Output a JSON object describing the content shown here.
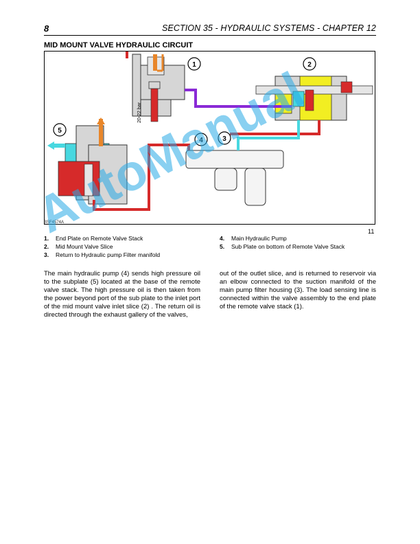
{
  "header": {
    "page_number": "8",
    "section_title": "SECTION 35 - HYDRAULIC SYSTEMS - CHAPTER 12"
  },
  "figure": {
    "title": "MID MOUNT VALVE HYDRAULIC CIRCUIT",
    "code": "BSF4574A",
    "number": "11",
    "callouts": [
      "1",
      "2",
      "3",
      "4",
      "5"
    ],
    "pressure_label": "20-22 bar",
    "colors": {
      "high_pressure": "#d62a2a",
      "return": "#48d8e0",
      "load_sense": "#8a2ad6",
      "pilot": "#e8862a",
      "valve_yellow": "#f2ee22",
      "body_gray": "#d6d6d6"
    }
  },
  "legend": {
    "left": [
      {
        "num": "1.",
        "label": "End Plate on Remote Valve Stack"
      },
      {
        "num": "2.",
        "label": "Mid Mount Valve Slice"
      },
      {
        "num": "3.",
        "label": "Return to Hydraulic pump Filter manifold"
      }
    ],
    "right": [
      {
        "num": "4.",
        "label": "Main Hydraulic Pump"
      },
      {
        "num": "5.",
        "label": "Sub Plate on bottom of  Remote Valve Stack"
      }
    ]
  },
  "body": {
    "left_paragraph": "The main hydraulic pump (4) sends high pressure oil to the subplate (5) located at the base of the remote valve stack. The high pressure oil is then taken from the power beyond port of the sub plate to the inlet port of the mid mount valve inlet slice (2) . The return oil is directed through the exhaust gallery of the valves,",
    "right_paragraph": "out of the outlet slice, and is returned to reservoir via an elbow connected to the suction manifold of the main pump filter housing (3). The load sensing line is connected within the valve assembly to the end plate of the remote valve stack (1)."
  },
  "watermark": "AutoManual"
}
